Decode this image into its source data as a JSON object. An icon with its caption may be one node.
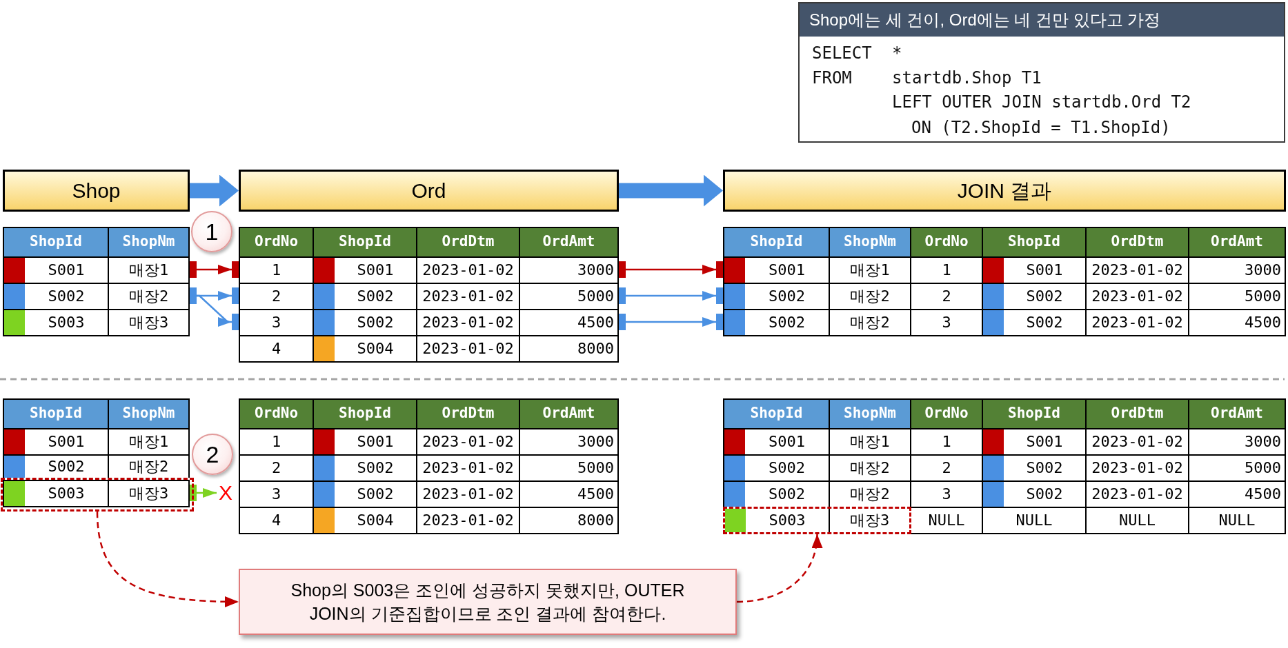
{
  "diagram": {
    "nodes": [
      {
        "text": [
          "Shop에는 세 건이, Ord에는 네 건만 있다고 가정",
          "SELECT",
          "*",
          "FROM",
          "startdb.Shop T1",
          "LEFT OUTER JOIN startdb.Ord T2",
          "ON (T2.ShopId = T1.ShopId)"
        ]
      },
      {
        "text": [
          "Shop"
        ]
      },
      {
        "text": [
          "Ord"
        ]
      },
      {
        "text": [
          "JOIN 결과"
        ]
      },
      {
        "text": [
          "1"
        ]
      },
      {
        "text": [
          "ShopId",
          "ShopNm"
        ]
      },
      {
        "text": [
          "S001",
          "매장1"
        ],
        "in": 5
      },
      {
        "text": [
          "S002",
          "매장2"
        ],
        "in": 5
      },
      {
        "text": [
          "S003",
          "매장3"
        ],
        "in": 5
      },
      {
        "text": [
          "OrdNo",
          "ShopId",
          "OrdDtm",
          "OrdAmt"
        ]
      },
      {
        "text": [
          "1",
          "S001",
          "2023-01-02",
          "3000"
        ],
        "in": 9
      },
      {
        "text": [
          "2",
          "S002",
          "2023-01-02",
          "5000"
        ],
        "in": 9
      },
      {
        "text": [
          "3",
          "S002",
          "2023-01-02",
          "4500"
        ],
        "in": 9
      },
      {
        "text": [
          "4",
          "S004",
          "2023-01-02",
          "8000"
        ],
        "in": 9
      },
      {
        "text": [
          "ShopId",
          "ShopNm",
          "OrdNo",
          "ShopId",
          "OrdDtm",
          "OrdAmt"
        ]
      },
      {
        "text": [
          "S001",
          "매장1",
          "1",
          "S001",
          "2023-01-02",
          "3000"
        ],
        "in": 14
      },
      {
        "text": [
          "S002",
          "매장2",
          "2",
          "S002",
          "2023-01-02",
          "5000"
        ],
        "in": 14
      },
      {
        "text": [
          "S002",
          "매장2",
          "3",
          "S002",
          "2023-01-02",
          "4500"
        ],
        "in": 14
      },
      {
        "text": [
          "ShopId",
          "ShopNm"
        ]
      },
      {
        "text": [
          "S001",
          "매장1"
        ],
        "in": 18
      },
      {
        "text": [
          "S002",
          "매장2"
        ],
        "in": 18
      },
      {
        "text": [],
        "shape": "box",
        "in": 18
      },
      {
        "text": [
          "S003",
          "매장3"
        ],
        "in": 21
      },
      {
        "text": [
          "2"
        ]
      },
      {
        "text": [
          "X"
        ]
      },
      {
        "text": [
          "OrdNo",
          "ShopId",
          "OrdDtm",
          "OrdAmt"
        ]
      },
      {
        "text": [
          "1",
          "S001",
          "2023-01-02",
          "3000"
        ],
        "in": 25
      },
      {
        "text": [
          "2",
          "S002",
          "2023-01-02",
          "5000"
        ],
        "in": 25
      },
      {
        "text": [
          "3",
          "S002",
          "2023-01-02",
          "4500"
        ],
        "in": 25
      },
      {
        "text": [
          "4",
          "S004",
          "2023-01-02",
          "8000"
        ],
        "in": 25
      },
      {
        "text": [
          "ShopId",
          "ShopNm",
          "OrdNo",
          "ShopId",
          "OrdDtm",
          "OrdAmt"
        ]
      },
      {
        "text": [
          "S001",
          "매장1",
          "1",
          "S001",
          "2023-01-02",
          "3000"
        ],
        "in": 30
      },
      {
        "text": [
          "S002",
          "매장2",
          "2",
          "S002",
          "2023-01-02",
          "5000"
        ],
        "in": 30
      },
      {
        "text": [
          "S002",
          "매장2",
          "3",
          "S002",
          "2023-01-02",
          "4500"
        ],
        "in": 30
      },
      {
        "text": [
          "S003",
          "매장3"
        ],
        "in": 30
      },
      {
        "text": [
          "NULL",
          "NULL",
          "NULL",
          "NULL"
        ],
        "in": 30
      },
      {
        "text": [
          "Shop의 S003은 조인에 성공하지 못했지만, OUTER JOIN의 기준집합이므로 조인 결과에 참여한다."
        ]
      }
    ],
    "edges": [
      {
        "from": 1,
        "to": 2,
        "arrow": "to",
        "style": "thick"
      },
      {
        "from": 2,
        "to": 3,
        "arrow": "to",
        "style": "thick"
      },
      {
        "from": 6,
        "to": 10,
        "arrow": "to",
        "color": "#c00000"
      },
      {
        "from": 7,
        "to": 11,
        "arrow": "to"
      },
      {
        "from": 7,
        "to": 12,
        "arrow": "to"
      },
      {
        "from": 10,
        "to": 15,
        "arrow": "to",
        "color": "#c00000"
      },
      {
        "from": 11,
        "to": 16,
        "arrow": "to"
      },
      {
        "from": 12,
        "to": 17,
        "arrow": "to"
      },
      {
        "from": 22,
        "to": 24,
        "arrow": "to",
        "color": "#7ed321"
      },
      {
        "from": 21,
        "to": 36,
        "arrow": "to",
        "style": "dashed",
        "color": "#c00000"
      },
      {
        "from": 36,
        "to": 34,
        "arrow": "to",
        "style": "dashed",
        "color": "#c00000"
      }
    ]
  }
}
